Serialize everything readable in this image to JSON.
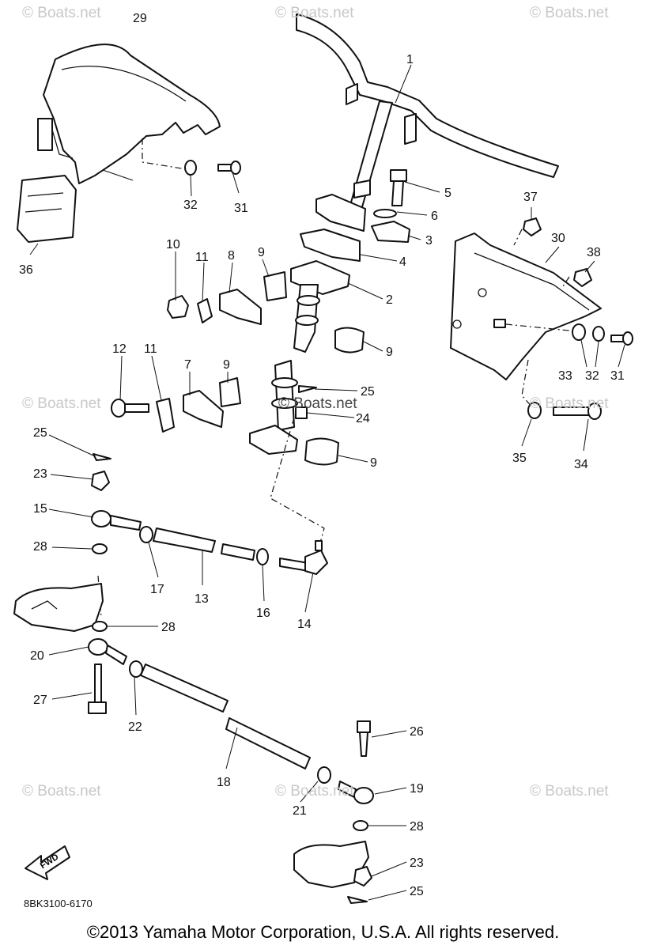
{
  "watermark": "© Boats.net",
  "callouts": {
    "c1": "1",
    "c2": "2",
    "c3": "3",
    "c4": "4",
    "c5": "5",
    "c6": "6",
    "c7": "7",
    "c8": "8",
    "c9a": "9",
    "c9b": "9",
    "c9c": "9",
    "c9d": "9",
    "c10": "10",
    "c11a": "11",
    "c11b": "11",
    "c12": "12",
    "c13": "13",
    "c14": "14",
    "c15": "15",
    "c16": "16",
    "c17": "17",
    "c18": "18",
    "c19": "19",
    "c20": "20",
    "c21": "21",
    "c22": "22",
    "c23a": "23",
    "c23b": "23",
    "c24": "24",
    "c25a": "25",
    "c25b": "25",
    "c25c": "25",
    "c26": "26",
    "c27": "27",
    "c28a": "28",
    "c28b": "28",
    "c28c": "28",
    "c29": "29",
    "c30": "30",
    "c31a": "31",
    "c31b": "31",
    "c32a": "32",
    "c32b": "32",
    "c33": "33",
    "c34": "34",
    "c35": "35",
    "c36": "36",
    "c37": "37",
    "c38": "38"
  },
  "fwd_label": "FWD",
  "diagram_code": "8BK3100-6170",
  "copyright": "©2013 Yamaha Motor Corporation, U.S.A. All rights reserved."
}
